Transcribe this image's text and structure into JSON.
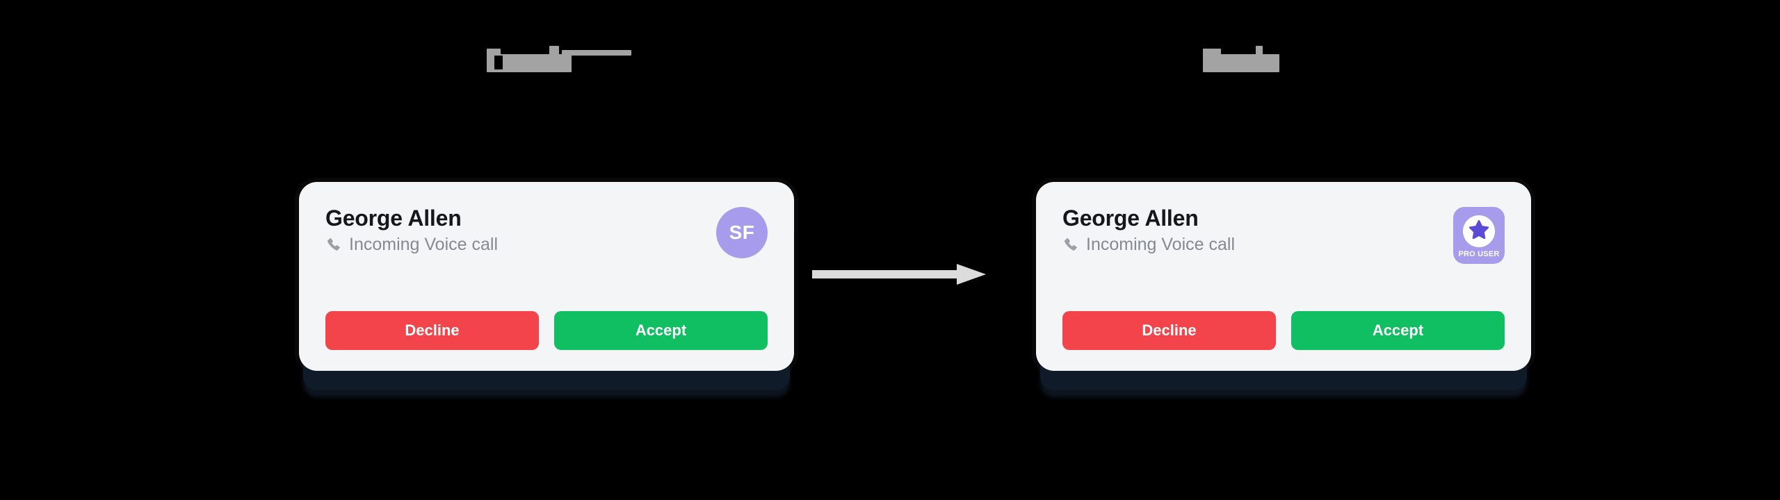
{
  "page": {
    "background_color": "#000000",
    "layout": "before-after-comparison"
  },
  "headings": {
    "left": {
      "text": "",
      "state": "redacted",
      "redaction_color": "#a3a3a3"
    },
    "right": {
      "text": "",
      "state": "redacted",
      "redaction_color": "#a3a3a3"
    }
  },
  "flow": {
    "arrow_icon": "arrow-right-icon",
    "arrow_color": "#dcdcdc",
    "direction": "left-to-right"
  },
  "cards": [
    {
      "id": "before",
      "caller_name": "George Allen",
      "call_status": "Incoming Voice call",
      "status_icon": "phone-icon",
      "badge": {
        "type": "avatar-initials",
        "initials": "SF",
        "background_color": "#a79bec",
        "text_color": "#ffffff"
      },
      "buttons": [
        {
          "label": "Decline",
          "color": "#f2444a"
        },
        {
          "label": "Accept",
          "color": "#0fbf62"
        }
      ],
      "surface_color": "#f4f5f7"
    },
    {
      "id": "after",
      "caller_name": "George Allen",
      "call_status": "Incoming Voice call",
      "status_icon": "phone-icon",
      "badge": {
        "type": "pro-user-badge",
        "label": "PRO USER",
        "icon": "star-icon",
        "background_color": "#a79bec",
        "circle_color": "#ffffff",
        "star_color": "#5b4bd6",
        "text_color": "#ffffff"
      },
      "buttons": [
        {
          "label": "Decline",
          "color": "#f2444a"
        },
        {
          "label": "Accept",
          "color": "#0fbf62"
        }
      ],
      "surface_color": "#f4f5f7"
    }
  ]
}
